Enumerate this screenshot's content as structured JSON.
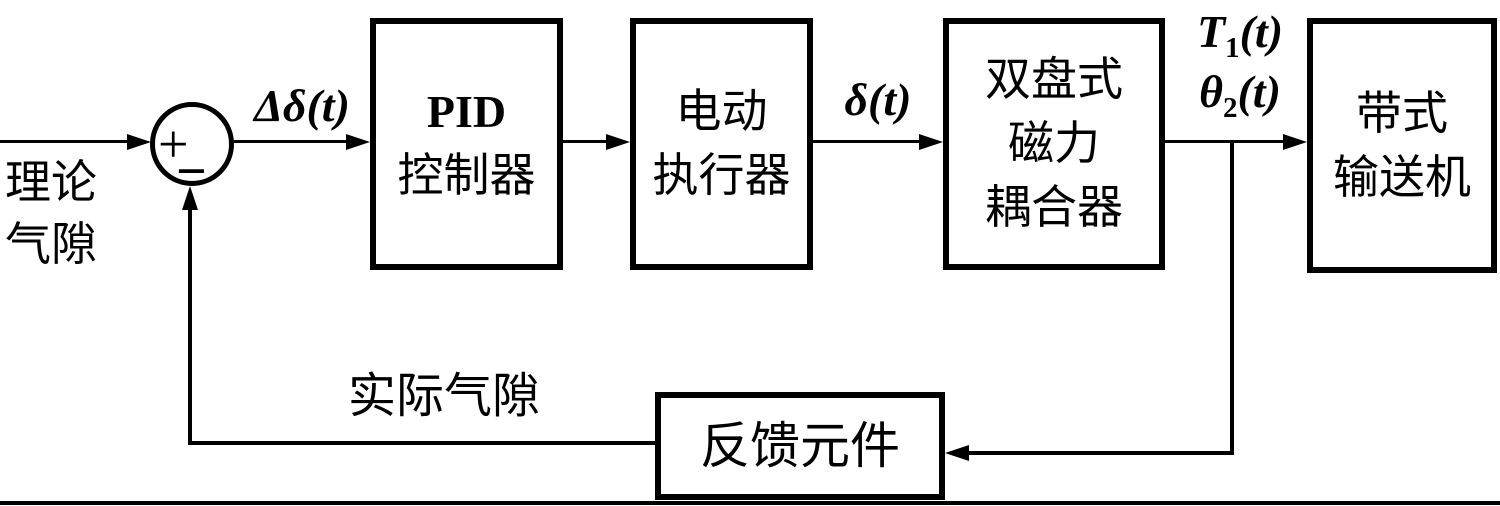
{
  "diagram": {
    "input_label": {
      "line1": "理论",
      "line2": "气隙"
    },
    "summing": {
      "plus": "+",
      "minus": "−"
    },
    "signals": {
      "error": "Δδ(t)",
      "control": "δ(t)",
      "torque": {
        "base": "T",
        "sub": "1",
        "arg": "(t)"
      },
      "angle": {
        "base": "θ",
        "sub": "2",
        "arg": "(t)"
      }
    },
    "blocks": {
      "controller": {
        "line1": "PID",
        "line2": "控制器"
      },
      "actuator": {
        "line1": "电动",
        "line2": "执行器"
      },
      "coupler": {
        "line1": "双盘式",
        "line2": "磁力",
        "line3": "耦合器"
      },
      "plant": {
        "line1": "带式",
        "line2": "输送机"
      },
      "feedback": {
        "label": "反馈元件"
      }
    },
    "feedback_label": "实际气隙",
    "ink_color": "#000000"
  }
}
